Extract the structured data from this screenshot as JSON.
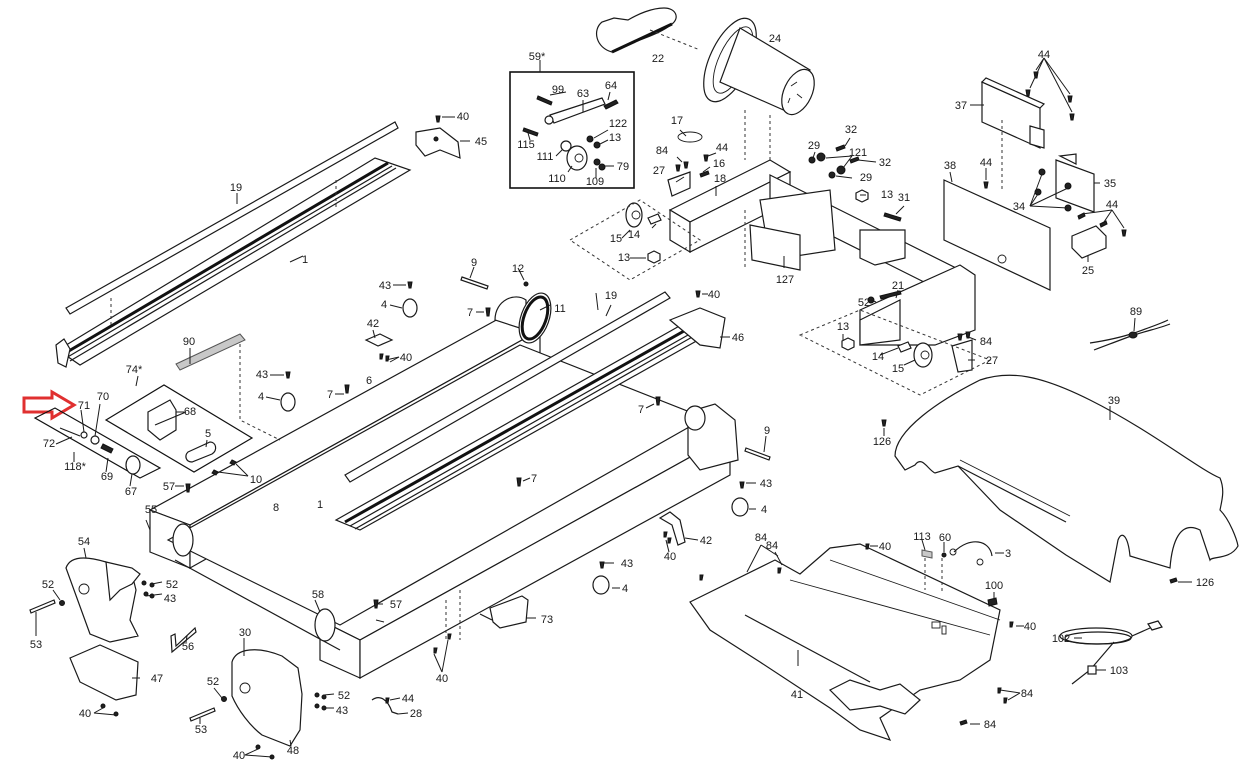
{
  "diagram": {
    "title": "Treadmill exploded parts diagram",
    "highlight": {
      "type": "arrow",
      "color": "#e03030",
      "points_to_part": "71"
    },
    "groups": [
      {
        "label": "59*",
        "parts": [
          "99",
          "63",
          "64",
          "115",
          "122",
          "13",
          "111",
          "110",
          "109",
          "79"
        ]
      },
      {
        "label": "74*",
        "parts": [
          "68",
          "5"
        ]
      },
      {
        "label": "118*",
        "parts": [
          "72",
          "71",
          "70",
          "69",
          "67"
        ]
      }
    ],
    "labels": {
      "l22": "22",
      "l24": "24",
      "l59": "59*",
      "l99": "99",
      "l63": "63",
      "l64": "64",
      "l115": "115",
      "l122": "122",
      "l13a": "13",
      "l111": "111",
      "l110": "110",
      "l109": "109",
      "l79": "79",
      "l40a": "40",
      "l45": "45",
      "l19a": "19",
      "l1a": "1",
      "l17": "17",
      "l84a": "84",
      "l44a": "44",
      "l16": "16",
      "l27a": "27",
      "l18": "18",
      "l29a": "29",
      "l32a": "32",
      "l121": "121",
      "l32b": "32",
      "l29b": "29",
      "l13b": "13",
      "l31": "31",
      "l15a": "15",
      "l14a": "14",
      "l13c": "13",
      "l127": "127",
      "l44b": "44",
      "l37": "37",
      "l38": "38",
      "l44c": "44",
      "l35": "35",
      "l34": "34",
      "l44d": "44",
      "l25": "25",
      "l21": "21",
      "l52a": "52",
      "l13d": "13",
      "l14b": "14",
      "l15b": "15",
      "l84b": "84",
      "l27b": "27",
      "l89": "89",
      "l39": "39",
      "l126a": "126",
      "l126b": "126",
      "l9a": "9",
      "l12": "12",
      "l11": "11",
      "l19b": "19",
      "l40b": "40",
      "l43a": "43",
      "l4a": "4",
      "l7a": "7",
      "l42a": "42",
      "l40c": "40",
      "l46": "46",
      "l90": "90",
      "l74": "74*",
      "l43b": "43",
      "l4b": "4",
      "l7b": "7",
      "l6": "6",
      "l70": "70",
      "l71": "71",
      "l68": "68",
      "l72": "72",
      "l5": "5",
      "l118": "118*",
      "l69": "69",
      "l67": "67",
      "l10": "10",
      "l7c": "7",
      "l9b": "9",
      "l57a": "57",
      "l8": "8",
      "l1b": "1",
      "l7d": "7",
      "l43c": "43",
      "l4c": "4",
      "l55": "55",
      "l54": "54",
      "l52b": "52",
      "l52c": "52",
      "l43d": "43",
      "l53a": "53",
      "l56": "56",
      "l47": "47",
      "l40d": "40",
      "l42b": "42",
      "l40e": "40",
      "l43e": "43",
      "l4d": "4",
      "l58": "58",
      "l57b": "57",
      "l73": "73",
      "l40f": "40",
      "l30": "30",
      "l52d": "52",
      "l53b": "53",
      "l52e": "52",
      "l43f": "43",
      "l44e": "44",
      "l28": "28",
      "l40g": "40",
      "l48": "48",
      "l84c": "84",
      "l84d": "84",
      "l40h": "40",
      "l113": "113",
      "l60": "60",
      "l3": "3",
      "l100": "100",
      "l40i": "40",
      "l102": "102",
      "l103": "103",
      "l41": "41",
      "l84e": "84",
      "l84f": "84"
    }
  }
}
